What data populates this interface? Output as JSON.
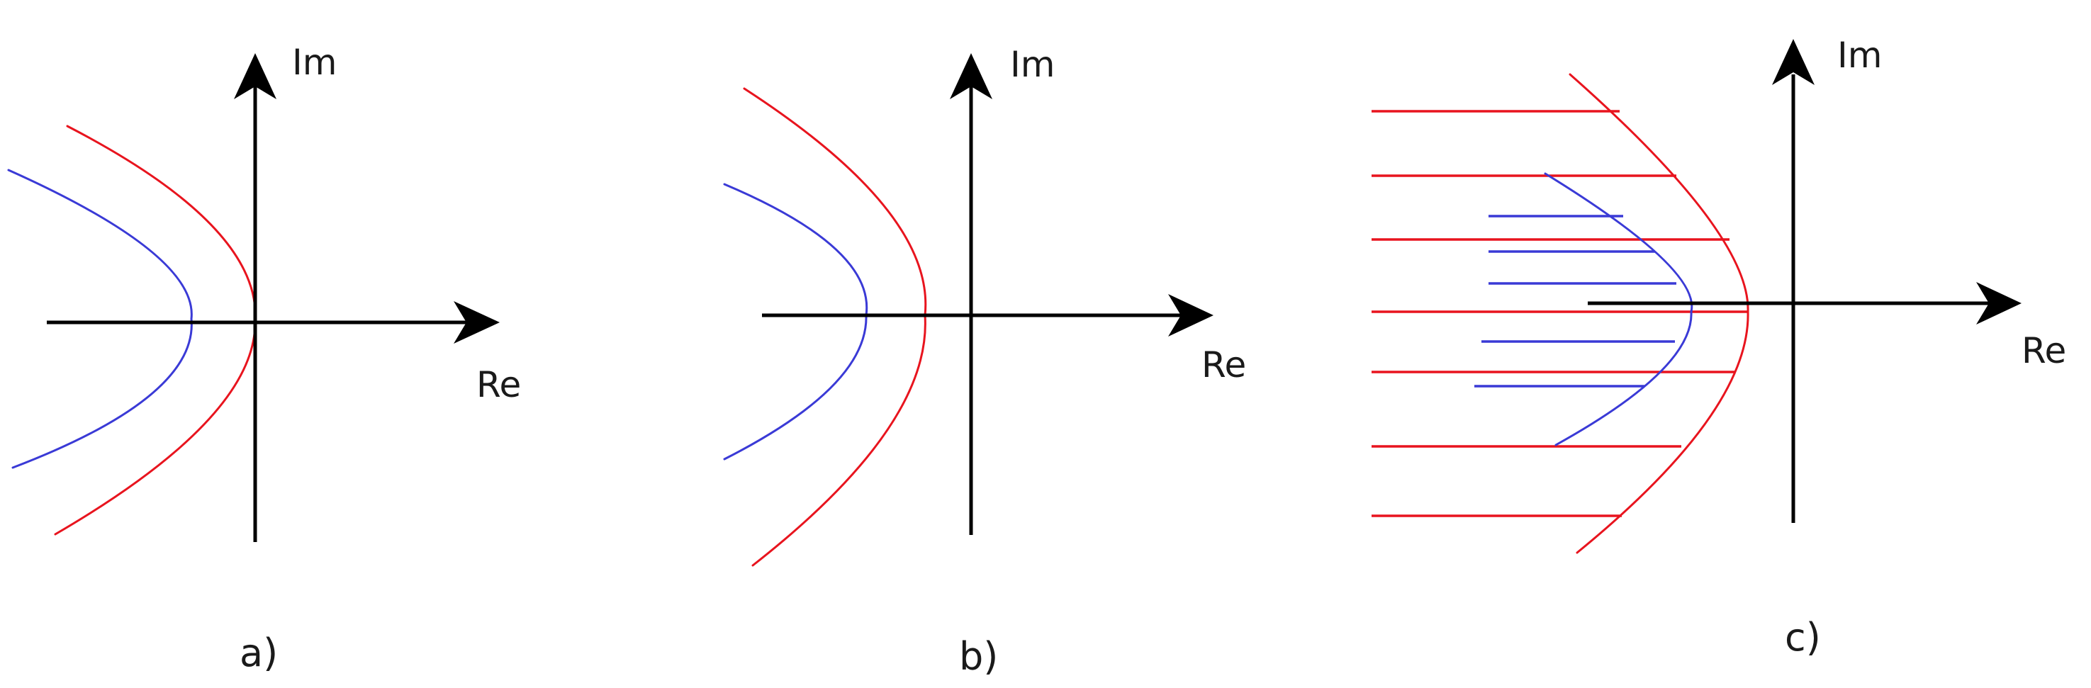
{
  "colors": {
    "boundary_curve": "#e8141e",
    "inner_curve": "#3a3ad6",
    "axes": "#000000"
  },
  "panels": [
    {
      "label": "a)",
      "im_label": "Im",
      "re_label": "Re",
      "curves": [
        "blue-parabola",
        "red-parabola-through-origin"
      ],
      "hatched": false
    },
    {
      "label": "b)",
      "im_label": "Im",
      "re_label": "Re",
      "curves": [
        "blue-parabola",
        "red-parabola-left-of-origin"
      ],
      "hatched": false
    },
    {
      "label": "c)",
      "im_label": "Im",
      "re_label": "Re",
      "curves": [
        "blue-parabola",
        "red-parabola-left-of-origin"
      ],
      "hatched": true
    }
  ]
}
